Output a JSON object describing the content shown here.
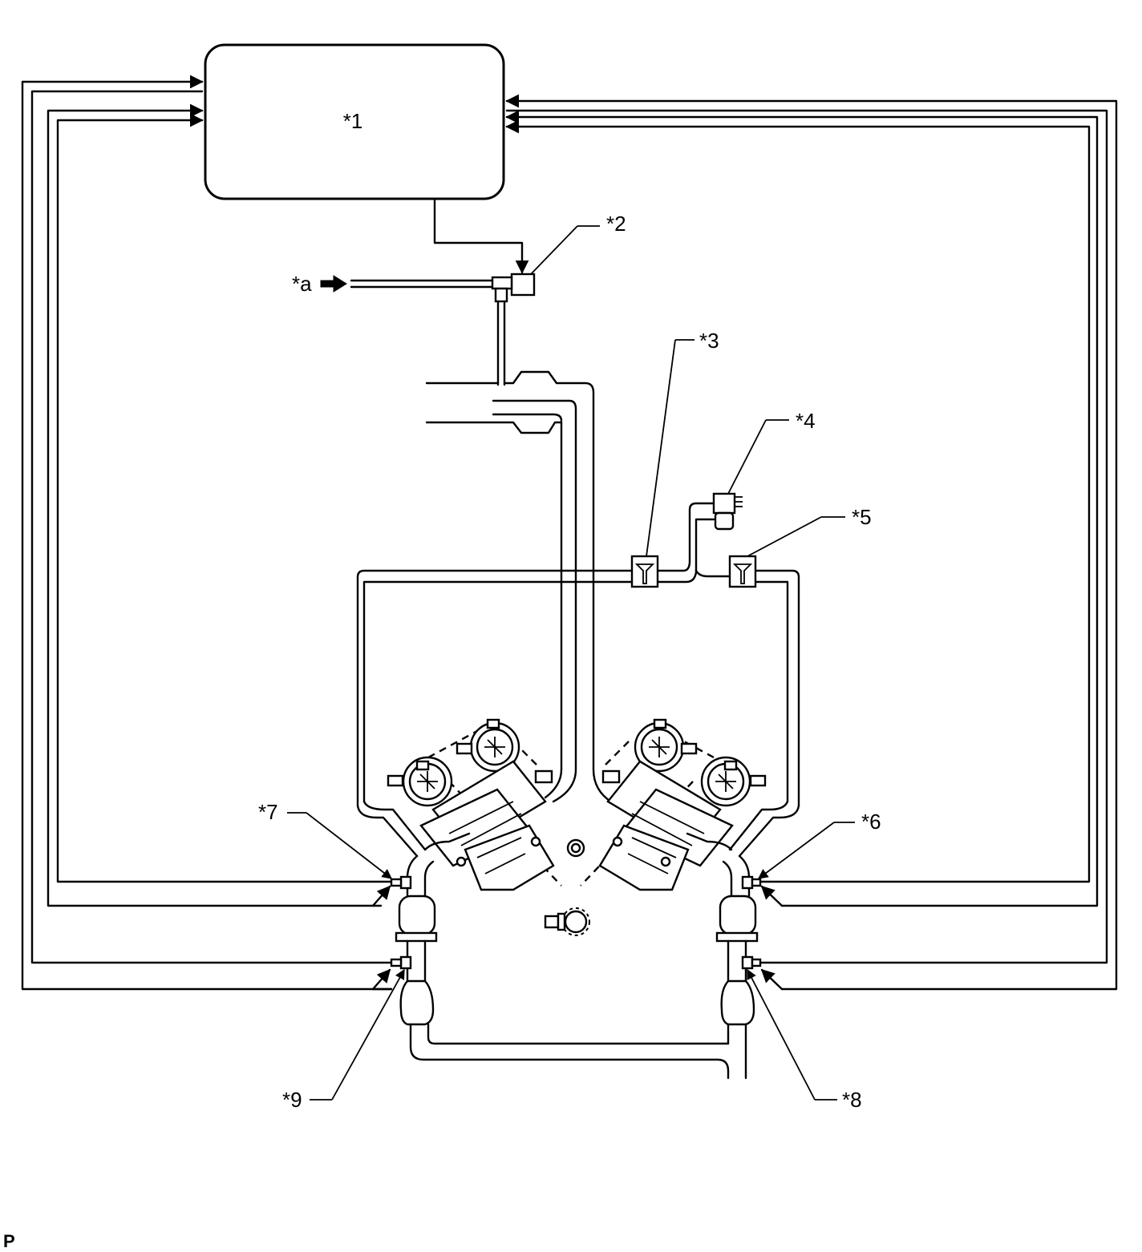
{
  "labels": {
    "ecm": "*1",
    "part2": "*2",
    "part3": "*3",
    "part4": "*4",
    "part5": "*5",
    "part6": "*6",
    "part7": "*7",
    "part8": "*8",
    "part9": "*9",
    "air_inlet": "*a"
  },
  "footer_code": "P"
}
